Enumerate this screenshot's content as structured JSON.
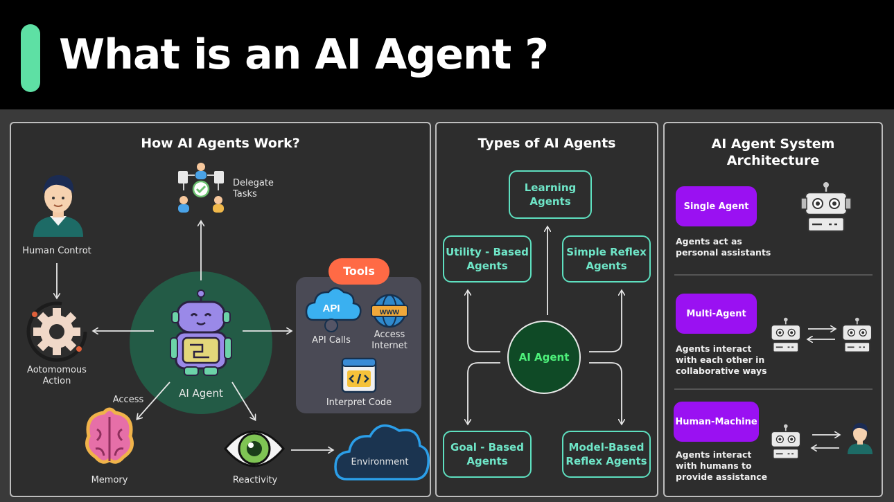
{
  "title": "What is an AI Agent ?",
  "colors": {
    "accent": "#5ee0a4",
    "tools_badge": "#ff6a45",
    "type_border": "#5ee0c0",
    "arch_pill": "#9a11f2",
    "cloud": "#2b9ee8",
    "agent_circle": "#235b46"
  },
  "how_it_works": {
    "heading": "How AI Agents Work?",
    "delegate_tasks": "Delegate\nTasks",
    "human_control": "Human Controt",
    "autonomous_action": "Aotomomous\nAction",
    "ai_agent": "AI Agent",
    "access": "Access",
    "memory": "Memory",
    "reactivity": "Reactivity",
    "environment": "Environment",
    "tools": {
      "badge": "Tools",
      "api_calls": "API Calls",
      "access_internet": "Access\nInternet",
      "interpret_code": "Interpret Code",
      "api_icon_text": "API",
      "www_icon_text": "www"
    }
  },
  "types": {
    "heading": "Types of AI Agents",
    "center": "AI Agent",
    "learning": "Learning\nAgents",
    "utility": "Utility - Based\nAgents",
    "simple_reflex": "Simple Reflex\nAgents",
    "goal": "Goal - Based\nAgents",
    "model_reflex": "Model-Based\nReflex Agents"
  },
  "architecture": {
    "heading": "AI Agent System\nArchitecture",
    "single": {
      "label": "Single Agent",
      "desc": "Agents act as\npersonal assistants"
    },
    "multi": {
      "label": "Multi-Agent",
      "desc": "Agents interact\nwith each other in\ncollaborative ways"
    },
    "human_machine": {
      "label": "Human-Machine",
      "desc": "Agents interact\nwith humans to\nprovide assistance"
    }
  }
}
